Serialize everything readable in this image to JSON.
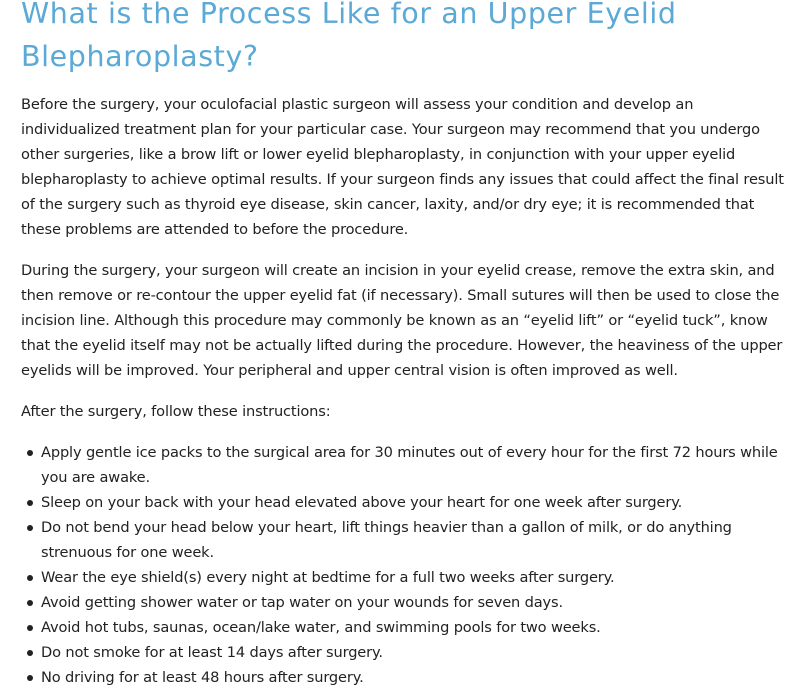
{
  "article": {
    "heading": "What is the Process Like for an Upper Eyelid Blepharoplasty?",
    "paragraphs": [
      "Before the surgery, your oculofacial plastic surgeon will assess your condition and develop an individualized treatment plan for your particular case. Your surgeon may recommend that you undergo other surgeries, like a brow lift or lower eyelid blepharoplasty, in conjunction with your upper eyelid blepharoplasty to achieve optimal results. If your surgeon finds any issues that could affect the final result of the surgery such as thyroid eye disease, skin cancer, laxity, and/or dry eye; it is recommended that these problems are attended to before the procedure.",
      "During the surgery, your surgeon will create an incision in your eyelid crease, remove the extra skin, and then remove or re-contour the upper eyelid fat (if necessary). Small sutures will then be used to close the incision line. Although this procedure may commonly be known as an “eyelid lift” or “eyelid tuck”, know that the eyelid itself may not be actually lifted during the procedure. However, the heaviness of the upper eyelids will be improved. Your peripheral and upper central vision is often improved as well.",
      "After the surgery, follow these instructions:"
    ],
    "instructions": [
      "Apply gentle ice packs to the surgical area for 30 minutes out of every hour for the first 72 hours while you are awake.",
      "Sleep on your back with your head elevated above your heart for one week after surgery.",
      "Do not bend your head below your heart, lift things heavier than a gallon of milk, or do anything strenuous for one week.",
      "Wear the eye shield(s) every night at bedtime for a full two weeks after surgery.",
      "Avoid getting shower water or tap water on your wounds for seven days.",
      "Avoid hot tubs, saunas, ocean/lake water, and swimming pools for two weeks.",
      "Do not smoke for at least 14 days after surgery.",
      "No driving for at least 48 hours after surgery."
    ]
  },
  "colors": {
    "heading": "#5aa9d6",
    "body_text": "#222222",
    "background": "#ffffff"
  }
}
